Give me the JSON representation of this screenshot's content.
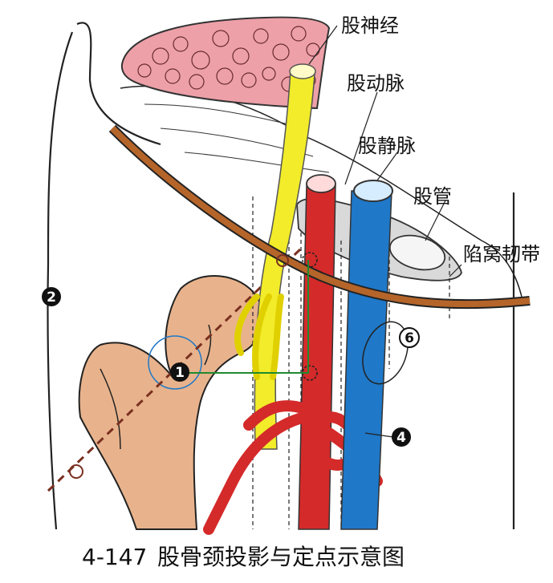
{
  "labels": {
    "femoral_nerve": "股神经",
    "femoral_artery": "股动脉",
    "femoral_vein": "股静脉",
    "femoral_canal": "股管",
    "lacunar_ligament": "陷窝韧带"
  },
  "markers": {
    "m1": "1",
    "m2": "2",
    "m4": "4",
    "m6": "6"
  },
  "caption": {
    "number": "4-147",
    "title": "股骨颈投影与定点示意图"
  },
  "watermark": "",
  "colors": {
    "nerve": "#f2ec2a",
    "artery": "#d42a2a",
    "vein": "#1f78c8",
    "ligament": "#b5652a",
    "bone": "#e8b38c",
    "muscle": "#eda0a8",
    "canal": "#d9d9d9",
    "marker_line": "#1f8a2e",
    "axis_line": "#7a3020"
  }
}
